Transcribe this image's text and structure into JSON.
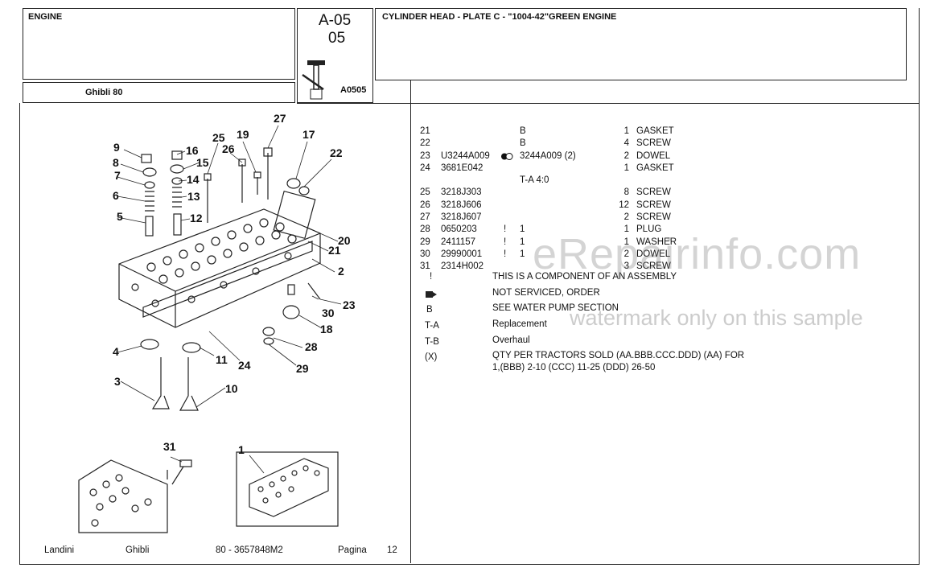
{
  "header": {
    "section": "ENGINE",
    "model": "Ghibli  80",
    "plate_code": "A-05",
    "plate_number": "05",
    "figure_id": "A0505",
    "plate_title": "CYLINDER HEAD - PLATE C - \"1004-42\"GREEN ENGINE"
  },
  "parts": [
    {
      "ref": "21",
      "part_no": "",
      "note": "B",
      "qty": "1",
      "desc": "GASKET"
    },
    {
      "ref": "22",
      "part_no": "",
      "note": "B",
      "qty": "4",
      "desc": "SCREW"
    },
    {
      "ref": "23",
      "part_no": "U3244A009",
      "note": "3244A009  (2)",
      "qty": "2",
      "desc": "DOWEL"
    },
    {
      "ref": "24",
      "part_no": "3681E042",
      "note": "",
      "qty": "1",
      "desc": "GASKET"
    },
    {
      "ref": "",
      "part_no": "",
      "note": "T-A 4:0",
      "qty": "",
      "desc": ""
    },
    {
      "ref": "25",
      "part_no": "3218J303",
      "note": "",
      "qty": "8",
      "desc": "SCREW"
    },
    {
      "ref": "26",
      "part_no": "3218J606",
      "note": "",
      "qty": "12",
      "desc": "SCREW"
    },
    {
      "ref": "27",
      "part_no": "3218J607",
      "note": "",
      "qty": "2",
      "desc": "SCREW"
    },
    {
      "ref": "28",
      "part_no": "0650203",
      "flag": "!",
      "note": "1",
      "qty": "1",
      "desc": "PLUG"
    },
    {
      "ref": "29",
      "part_no": "2411157",
      "flag": "!",
      "note": "1",
      "qty": "1",
      "desc": "WASHER"
    },
    {
      "ref": "30",
      "part_no": "29990001",
      "flag": "!",
      "note": "1",
      "qty": "2",
      "desc": "DOWEL"
    },
    {
      "ref": "31",
      "part_no": "2314H002",
      "note": "",
      "qty": "3",
      "desc": "SCREW"
    }
  ],
  "legend": [
    {
      "sym": "!",
      "text": "THIS IS A COMPONENT OF AN ASSEMBLY"
    },
    {
      "sym": "",
      "icon": "not-serviced-icon",
      "text": "NOT SERVICED, ORDER"
    },
    {
      "sym": "B",
      "text": "SEE WATER PUMP SECTION"
    },
    {
      "sym": "T-A",
      "text": "Replacement"
    },
    {
      "sym": "T-B",
      "text": "Overhaul"
    },
    {
      "sym": "(X)",
      "text": "QTY PER TRACTORS SOLD  (AA.BBB.CCC.DDD) (AA) FOR",
      "text2": "1,(BBB) 2-10 (CCC) 11-25 (DDD) 26-50"
    }
  ],
  "watermark": {
    "main": "eRepairinfo.com",
    "sub": "watermark only on this sample"
  },
  "footer": {
    "brand": "Landini",
    "series": "Ghibli",
    "code": "80  - 3657848M2",
    "page_label": "Pagina",
    "page_number": "12"
  },
  "diagram_callouts": [
    "27",
    "25",
    "19",
    "17",
    "22",
    "9",
    "16",
    "15",
    "26",
    "8",
    "7",
    "14",
    "6",
    "13",
    "5",
    "12",
    "20",
    "21",
    "2",
    "30",
    "23",
    "18",
    "4",
    "28",
    "11",
    "24",
    "29",
    "3",
    "10",
    "31",
    "1"
  ]
}
